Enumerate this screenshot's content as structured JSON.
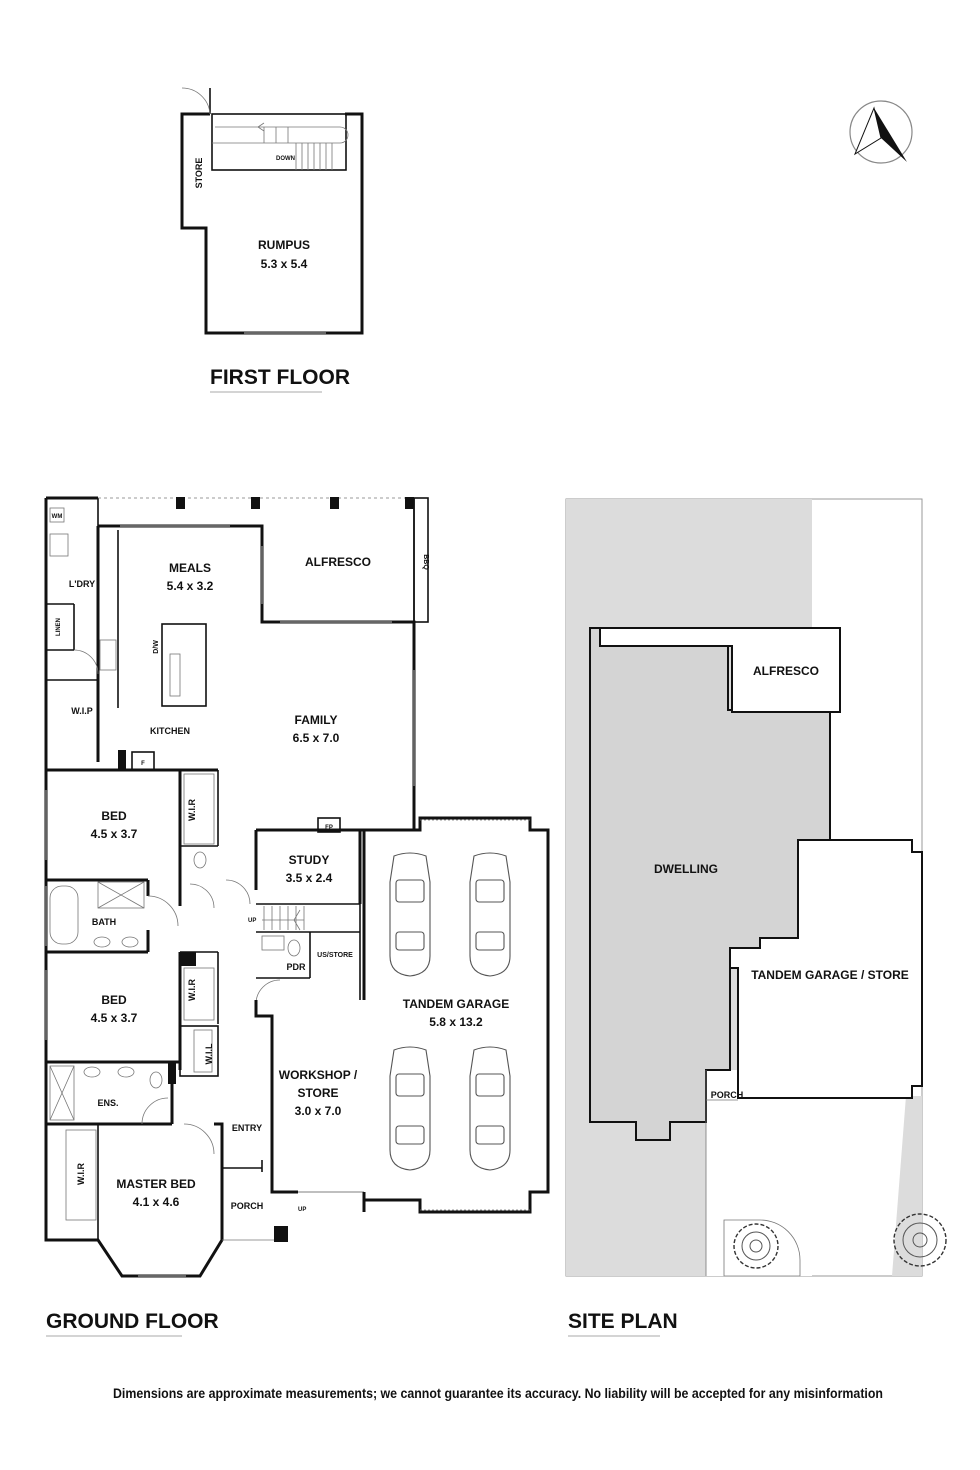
{
  "first_floor": {
    "heading": "FIRST FLOOR",
    "rooms": {
      "rumpus_name": "RUMPUS",
      "rumpus_size": "5.3 x 5.4",
      "store": "STORE",
      "stair_label": "DOWN"
    }
  },
  "ground_floor": {
    "heading": "GROUND FLOOR",
    "rooms": {
      "meals_name": "MEALS",
      "meals_size": "5.4 x 3.2",
      "alfresco": "ALFRESCO",
      "bbq": "BBQ",
      "laundry": "L'DRY",
      "wm": "WM",
      "linen": "LINEN",
      "wip": "W.I.P",
      "kitchen": "KITCHEN",
      "dw": "D/W",
      "fridge": "F",
      "family_name": "FAMILY",
      "family_size": "6.5 x 7.0",
      "bed1_name": "BED",
      "bed1_size": "4.5 x 3.7",
      "wir1": "W.I.R",
      "bath": "BATH",
      "bed2_name": "BED",
      "bed2_size": "4.5 x 3.7",
      "wir2": "W.I.R",
      "wil": "W.I.L",
      "ens": "ENS.",
      "wir3": "W.I.R",
      "master_name": "MASTER BED",
      "master_size": "4.1 x 4.6",
      "study_name": "STUDY",
      "study_size": "3.5 x 2.4",
      "fp": "FP",
      "up1": "UP",
      "us_store": "US/STORE",
      "pdr": "PDR",
      "garage_name": "TANDEM GARAGE",
      "garage_size": "5.8 x 13.2",
      "workshop_name1": "WORKSHOP /",
      "workshop_name2": "STORE",
      "workshop_size": "3.0 x 7.0",
      "entry": "ENTRY",
      "porch": "PORCH",
      "up2": "UP"
    }
  },
  "site_plan": {
    "heading": "SITE PLAN",
    "alfresco": "ALFRESCO",
    "dwelling": "DWELLING",
    "garage": "TANDEM GARAGE / STORE",
    "porch": "PORCH"
  },
  "disclaimer": "Dimensions are approximate measurements; we cannot guarantee its accuracy. No liability will be accepted for any misinformation",
  "icons": [
    "compass-icon",
    "car-icon",
    "tree-icon"
  ]
}
